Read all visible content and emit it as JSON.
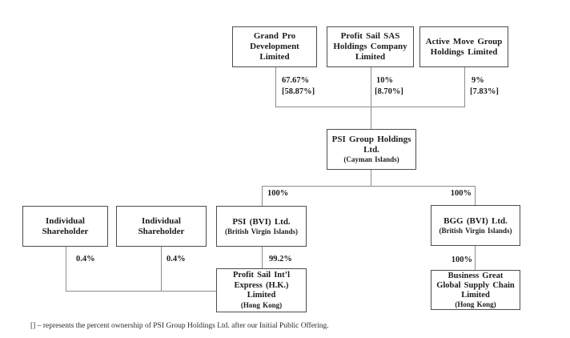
{
  "nodes": {
    "grand_pro": {
      "lines": [
        "Grand Pro",
        "Development",
        "Limited"
      ]
    },
    "profit_sail_sas": {
      "lines": [
        "Profit Sail SAS",
        "Holdings Company",
        "Limited"
      ]
    },
    "active_move": {
      "lines": [
        "Active Move Group",
        "Holdings Limited"
      ]
    },
    "psi_group": {
      "lines": [
        "PSI Group Holdings",
        "Ltd."
      ],
      "sub": "(Cayman Islands)"
    },
    "individual_1": {
      "lines": [
        "Individual",
        "Shareholder"
      ]
    },
    "individual_2": {
      "lines": [
        "Individual",
        "Shareholder"
      ]
    },
    "psi_bvi": {
      "lines": [
        "PSI (BVI) Ltd."
      ],
      "sub": "(British Virgin Islands)"
    },
    "bgg_bvi": {
      "lines": [
        "BGG (BVI) Ltd."
      ],
      "sub": "(British Virgin Islands)"
    },
    "profit_sail_hk": {
      "lines": [
        "Profit Sail Int’l",
        "Express (H.K.)",
        "Limited"
      ],
      "sub": "(Hong Kong)"
    },
    "business_great": {
      "lines": [
        "Business Great",
        "Global Supply Chain",
        "Limited"
      ],
      "sub": "(Hong Kong)"
    }
  },
  "labels": {
    "grand_pro_pct": "67.67%",
    "grand_pro_ipo": "[58.87%]",
    "profit_sail_sas_pct": "10%",
    "profit_sail_sas_ipo": "[8.70%]",
    "active_move_pct": "9%",
    "active_move_ipo": "[7.83%]",
    "psi_to_psi_bvi": "100%",
    "psi_to_bgg_bvi": "100%",
    "individual_1_pct": "0.4%",
    "individual_2_pct": "0.4%",
    "psi_bvi_to_hk": "99.2%",
    "bgg_to_business_great": "100%"
  },
  "footnote": "[] – represents the percent ownership of PSI Group Holdings Ltd. after our Initial Public Offering.",
  "colors": {
    "box_border": "#4d4d4d",
    "connector": "#8c8c8c",
    "text": "#1c1c1c",
    "background": "#ffffff"
  }
}
